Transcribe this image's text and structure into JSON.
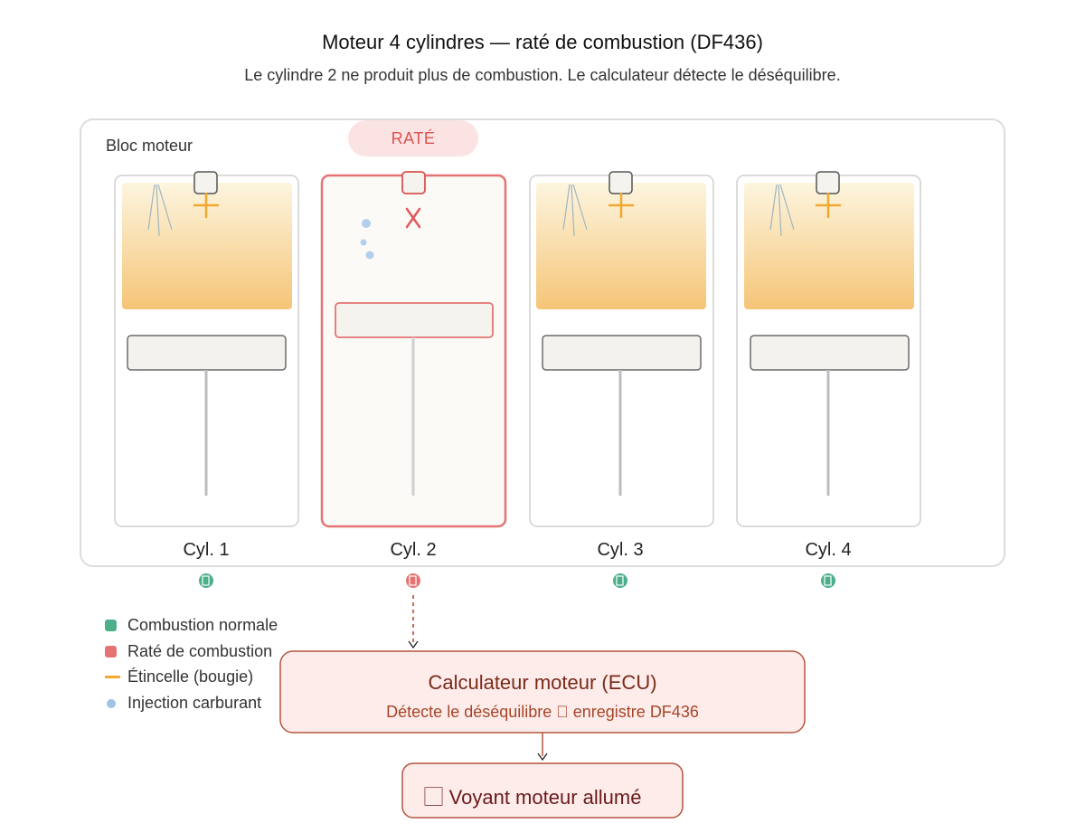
{
  "header": {
    "title": "Moteur 4 cylindres — raté de combustion (DF436)",
    "subtitle": "Le cylindre 2 ne produit plus de combustion. Le calculateur détecte le déséquilibre."
  },
  "block": {
    "label": "Bloc moteur",
    "misfire_badge": "RATÉ"
  },
  "cylinders": [
    {
      "label": "Cyl. 1",
      "status": "normal"
    },
    {
      "label": "Cyl. 2",
      "status": "misfire"
    },
    {
      "label": "Cyl. 3",
      "status": "normal"
    },
    {
      "label": "Cyl. 4",
      "status": "normal"
    }
  ],
  "legend": {
    "normal": "Combustion normale",
    "misfire": "Raté de combustion",
    "spark": "Étincelle (bougie)",
    "injection": "Injection carburant"
  },
  "ecu": {
    "title": "Calculateur moteur (ECU)",
    "subtitle": "Détecte le déséquilibre ⃞ enregistre DF436"
  },
  "warning": {
    "label": "⃞ Voyant moteur allumé"
  },
  "colors": {
    "normal": "#4caf8a",
    "misfire": "#e57373",
    "spark": "#f0a830",
    "injection": "#9ec3e6",
    "ecu_fill": "#fdecea",
    "ecu_border": "#b5553e"
  }
}
